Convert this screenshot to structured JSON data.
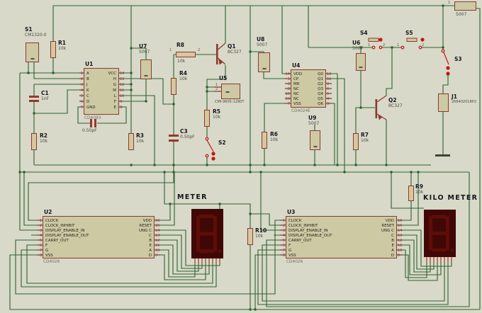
{
  "palette": {
    "background": "#d8d9c8",
    "wire": "#2e6230",
    "component_fill": "#cdc9a3",
    "component_border": "#8b3a32",
    "bright_red": "#c41414",
    "display_bg": "#400707",
    "display_segment": "#5f0d08"
  },
  "labels": {
    "meter": "METER",
    "kilo_meter": "KILO METER"
  },
  "components": {
    "s1": {
      "ref": "S1",
      "value": "CM1320-0"
    },
    "r1": {
      "ref": "R1",
      "value": "10k"
    },
    "r2": {
      "ref": "R2",
      "value": "10k"
    },
    "r3": {
      "ref": "R3",
      "value": "10k"
    },
    "r4": {
      "ref": "R4",
      "value": "10k"
    },
    "r5": {
      "ref": "R5",
      "value": "10k"
    },
    "r6": {
      "ref": "R6",
      "value": "10k"
    },
    "r7": {
      "ref": "R7",
      "value": "10k"
    },
    "r8": {
      "ref": "R8",
      "value": "10k",
      "pins": [
        "1",
        "2"
      ]
    },
    "r9": {
      "ref": "R9",
      "value": "10k"
    },
    "r10": {
      "ref": "R10",
      "value": "10k"
    },
    "rtop": {
      "pin": "1",
      "value": "5007"
    },
    "c1": {
      "ref": "C1",
      "value": "1nF"
    },
    "c2": {
      "ref": "C2",
      "value": "0.50pF"
    },
    "c3": {
      "ref": "C3",
      "value": "0.50pF"
    },
    "q1": {
      "ref": "Q1",
      "value": "BC327"
    },
    "q2": {
      "ref": "Q2",
      "value": "BC327"
    },
    "s2": {
      "ref": "S2"
    },
    "s3": {
      "ref": "S3"
    },
    "s4": {
      "ref": "S4",
      "pins": [
        "1",
        "2"
      ]
    },
    "s5": {
      "ref": "S5",
      "pins": [
        "1",
        "2"
      ]
    },
    "j1": {
      "ref": "J1",
      "value": "26640201RP2"
    },
    "u5": {
      "ref": "U5",
      "value": "CMI-9605-1280T",
      "pins": [
        "1",
        "2"
      ]
    },
    "u6": {
      "ref": "U6",
      "value": "5007"
    },
    "u7": {
      "ref": "U7",
      "value": "5007"
    },
    "u8": {
      "ref": "U8",
      "value": "5007"
    },
    "u9": {
      "ref": "U9",
      "value": "5007"
    },
    "u1": {
      "ref": "U1",
      "type": "CD4093",
      "left": [
        {
          "n": "1",
          "l": "A"
        },
        {
          "n": "2",
          "l": "B"
        },
        {
          "n": "3",
          "l": "J"
        },
        {
          "n": "4",
          "l": "K"
        },
        {
          "n": "5",
          "l": "C"
        },
        {
          "n": "6",
          "l": "D"
        },
        {
          "n": "7",
          "l": "GND"
        }
      ],
      "right": [
        {
          "n": "14",
          "l": "VCC"
        },
        {
          "n": "13",
          "l": "H"
        },
        {
          "n": "12",
          "l": "G"
        },
        {
          "n": "11",
          "l": "M"
        },
        {
          "n": "10",
          "l": "L"
        },
        {
          "n": "9",
          "l": "F"
        },
        {
          "n": "8",
          "l": "E"
        }
      ]
    },
    "u4": {
      "ref": "U4",
      "type": "CD4024E",
      "left": [
        {
          "n": "14",
          "l": "VDD"
        },
        {
          "n": "1",
          "l": "CP"
        },
        {
          "n": "2",
          "l": "MR"
        },
        {
          "n": "8",
          "l": "NC"
        },
        {
          "n": "10",
          "l": "NC"
        },
        {
          "n": "13",
          "l": "NC"
        },
        {
          "n": "7",
          "l": "VSS"
        }
      ],
      "right": [
        {
          "n": "12",
          "l": "Q0"
        },
        {
          "n": "11",
          "l": "Q1"
        },
        {
          "n": "9",
          "l": "Q2"
        },
        {
          "n": "6",
          "l": "Q3"
        },
        {
          "n": "5",
          "l": "Q4"
        },
        {
          "n": "4",
          "l": "Q5"
        },
        {
          "n": "3",
          "l": "Q6"
        }
      ]
    },
    "u2": {
      "ref": "U2",
      "type": "CD4026",
      "left": [
        {
          "n": "1",
          "l": "CLOCK"
        },
        {
          "n": "2",
          "l": "CLOCK_INHIBIT"
        },
        {
          "n": "3",
          "l": "DISPLAY_ENABLE_IN"
        },
        {
          "n": "4",
          "l": "DISPLAY_ENABLE_OUT"
        },
        {
          "n": "5",
          "l": "CARRY_OUT"
        },
        {
          "n": "6",
          "l": "F"
        },
        {
          "n": "7",
          "l": "G"
        },
        {
          "n": "8",
          "l": "VSS"
        }
      ],
      "right": [
        {
          "n": "16",
          "l": "VDD"
        },
        {
          "n": "15",
          "l": "RESET"
        },
        {
          "n": "14",
          "l": "UNG C"
        },
        {
          "n": "13",
          "l": "C"
        },
        {
          "n": "12",
          "l": "B"
        },
        {
          "n": "11",
          "l": "E"
        },
        {
          "n": "10",
          "l": "A"
        },
        {
          "n": "9",
          "l": "D"
        }
      ]
    },
    "u3": {
      "ref": "U3",
      "type": "CD4026",
      "left": [
        {
          "n": "1",
          "l": "CLOCK"
        },
        {
          "n": "2",
          "l": "CLOCK_INHIBIT"
        },
        {
          "n": "3",
          "l": "DISPLAY_ENABLE_IN"
        },
        {
          "n": "4",
          "l": "DISPLAY_ENABLE_OUT"
        },
        {
          "n": "5",
          "l": "CARRY_OUT"
        },
        {
          "n": "6",
          "l": "F"
        },
        {
          "n": "7",
          "l": "G"
        },
        {
          "n": "8",
          "l": "VSS"
        }
      ],
      "right": [
        {
          "n": "16",
          "l": "VDD"
        },
        {
          "n": "15",
          "l": "RESET"
        },
        {
          "n": "14",
          "l": "UNG C"
        },
        {
          "n": "13",
          "l": "C"
        },
        {
          "n": "12",
          "l": "B"
        },
        {
          "n": "11",
          "l": "E"
        },
        {
          "n": "10",
          "l": "A"
        },
        {
          "n": "9",
          "l": "D"
        }
      ]
    }
  }
}
